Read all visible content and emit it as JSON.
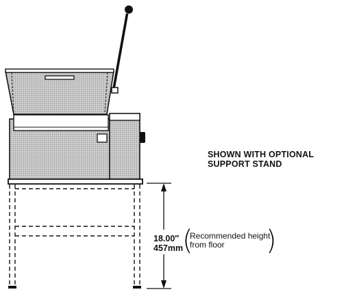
{
  "caption": {
    "line1": "SHOWN WITH OPTIONAL",
    "line2": "SUPPORT STAND"
  },
  "dimension": {
    "inches": "18.00″",
    "mm": "457mm"
  },
  "note": {
    "line1": "Recommended height",
    "line2": "from floor"
  },
  "colors": {
    "line": "#111111",
    "tone": "#bdbdbd"
  }
}
